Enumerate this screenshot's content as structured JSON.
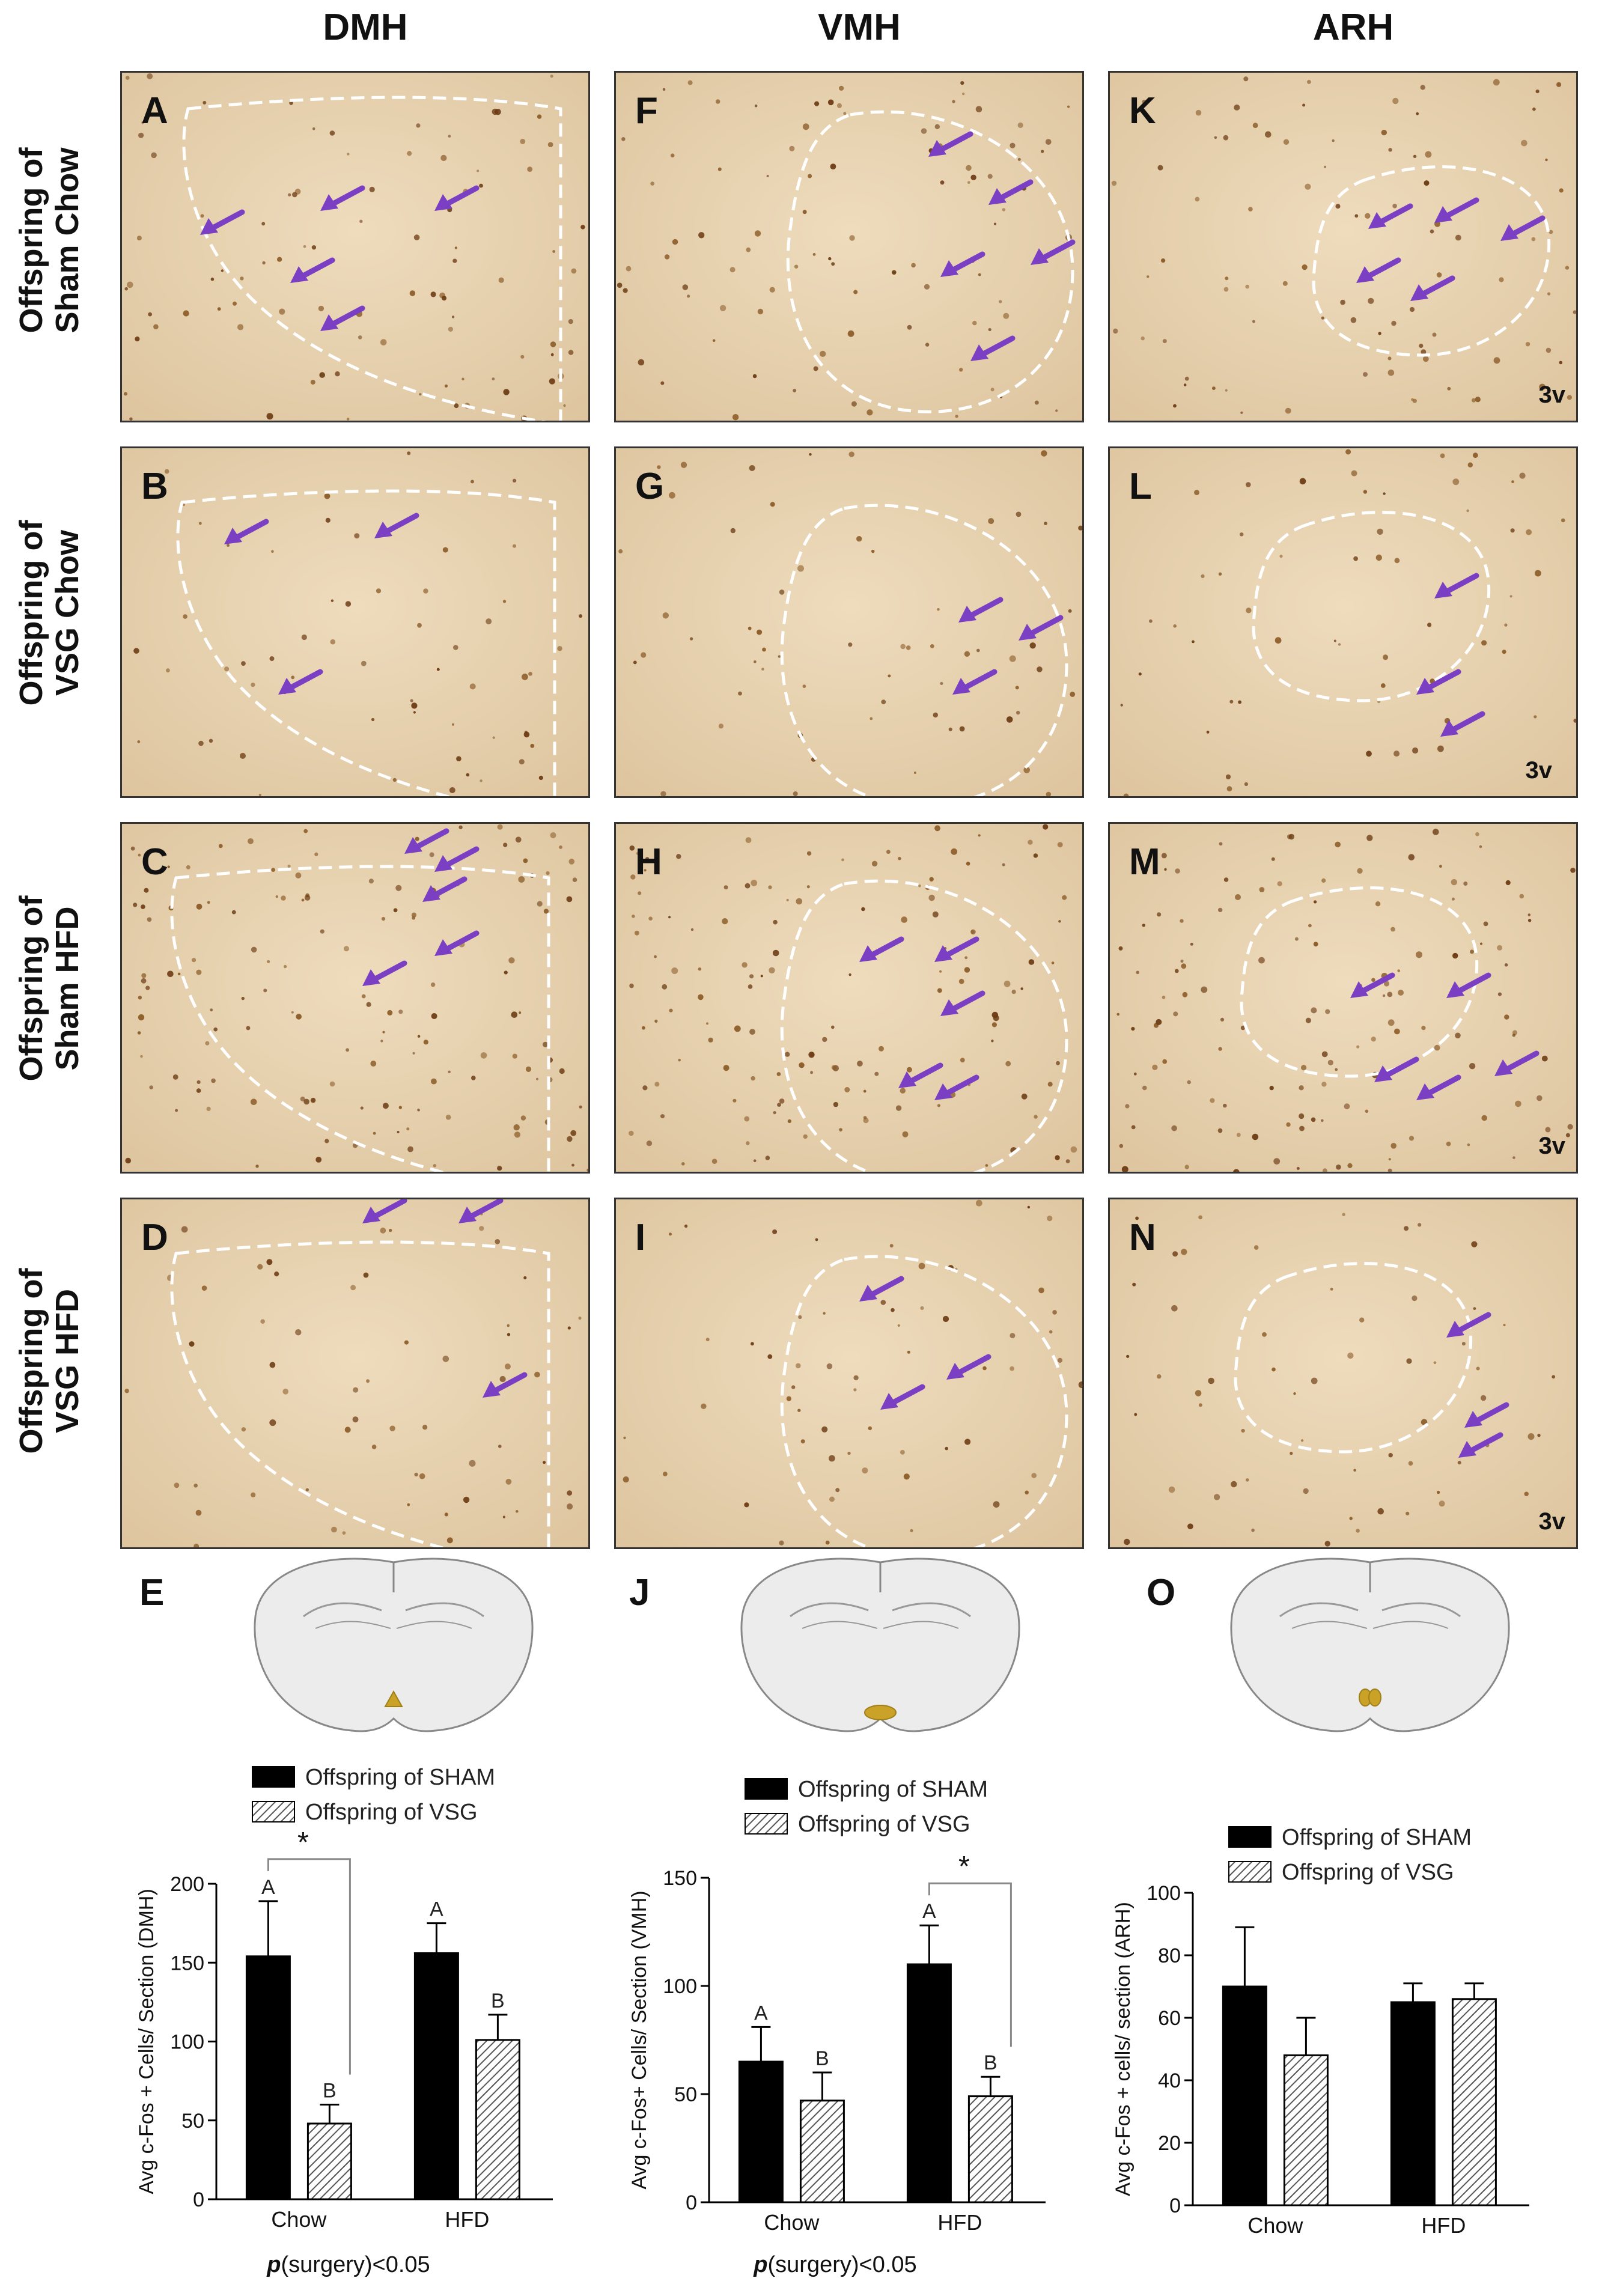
{
  "columns": [
    "DMH",
    "VMH",
    "ARH"
  ],
  "rows": [
    {
      "line1": "Offspring of",
      "line2": "Sham Chow"
    },
    {
      "line1": "Offspring of",
      "line2": "VSG Chow"
    },
    {
      "line1": "Offspring of",
      "line2": "Sham HFD"
    },
    {
      "line1": "Offspring of",
      "line2": "VSG HFD"
    }
  ],
  "panel_letters": {
    "dmh": [
      "A",
      "B",
      "C",
      "D"
    ],
    "vmh": [
      "F",
      "G",
      "H",
      "I"
    ],
    "arh": [
      "K",
      "L",
      "M",
      "N"
    ]
  },
  "tag_3v": "3v",
  "chart_letters": [
    "E",
    "J",
    "O"
  ],
  "colors": {
    "tissue": "#e8d5b4",
    "arrow": "#7b3fc4",
    "cell": "#6b3a12",
    "sham_bar": "#000000",
    "vsg_bar_hatch": "#555555",
    "brain_fill": "#ececec",
    "brain_stain": "#c9a227"
  },
  "footers": {
    "dmh": {
      "p": "p",
      "rest": "(surgery)<0.05"
    },
    "vmh": {
      "p": "p",
      "rest": "(surgery)<0.05"
    }
  },
  "chart_data": [
    {
      "type": "bar",
      "ylabel": "Avg c-Fos + Cells/ Section (DMH)",
      "categories": [
        "Chow",
        "HFD"
      ],
      "ylim": [
        0,
        200
      ],
      "yticks": [
        0,
        50,
        100,
        150,
        200
      ],
      "legend": [
        "Offspring of SHAM",
        "Offspring of VSG"
      ],
      "series": [
        {
          "name": "Offspring of SHAM",
          "values": [
            154,
            156
          ],
          "errors": [
            35,
            19
          ],
          "letters": [
            "A",
            "A"
          ]
        },
        {
          "name": "Offspring of VSG",
          "values": [
            48,
            101
          ],
          "errors": [
            12,
            16
          ],
          "letters": [
            "B",
            "B"
          ]
        }
      ],
      "significance": {
        "category": "Chow",
        "label": "*"
      }
    },
    {
      "type": "bar",
      "ylabel": "Avg c-Fos+ Cells/ Section (VMH)",
      "categories": [
        "Chow",
        "HFD"
      ],
      "ylim": [
        0,
        150
      ],
      "yticks": [
        0,
        50,
        100,
        150
      ],
      "legend": [
        "Offspring of SHAM",
        "Offspring of VSG"
      ],
      "series": [
        {
          "name": "Offspring of SHAM",
          "values": [
            65,
            110
          ],
          "errors": [
            16,
            18
          ],
          "letters": [
            "A",
            "A"
          ]
        },
        {
          "name": "Offspring of VSG",
          "values": [
            47,
            49
          ],
          "errors": [
            13,
            9
          ],
          "letters": [
            "B",
            "B"
          ]
        }
      ],
      "significance": {
        "category": "HFD",
        "label": "*"
      }
    },
    {
      "type": "bar",
      "ylabel": "Avg c-Fos + cells/ section (ARH)",
      "categories": [
        "Chow",
        "HFD"
      ],
      "ylim": [
        0,
        100
      ],
      "yticks": [
        0,
        20,
        40,
        60,
        80,
        100
      ],
      "legend": [
        "Offspring of SHAM",
        "Offspring of VSG"
      ],
      "series": [
        {
          "name": "Offspring of SHAM",
          "values": [
            70,
            65
          ],
          "errors": [
            19,
            6
          ],
          "letters": [
            "",
            ""
          ]
        },
        {
          "name": "Offspring of VSG",
          "values": [
            48,
            66
          ],
          "errors": [
            12,
            5
          ],
          "letters": [
            "",
            ""
          ]
        }
      ],
      "significance": null
    }
  ]
}
